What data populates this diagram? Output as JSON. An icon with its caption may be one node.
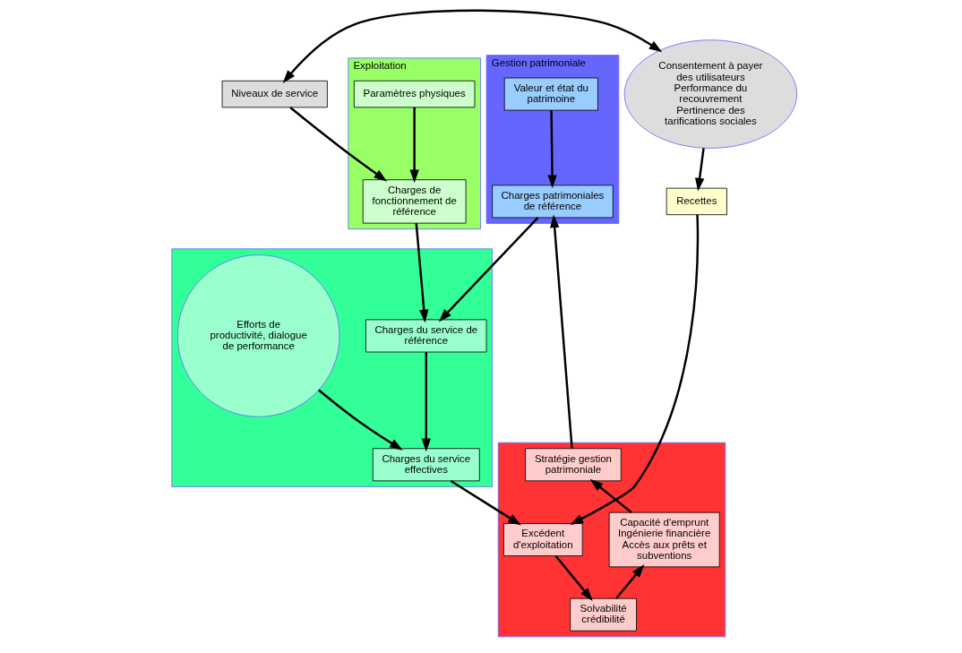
{
  "diagram": {
    "nodes": [
      {
        "text": [
          "Niveaux de service"
        ]
      },
      {
        "text": [
          "Consentement à payer des utilisateurs",
          "Performance du recouvrement",
          "Pertinence des tarifications sociales"
        ]
      },
      {
        "text": [
          "Exploitation"
        ]
      },
      {
        "text": [
          "Paramètres physiques"
        ],
        "in": 2
      },
      {
        "text": [
          "Charges de fonctionnement de référence"
        ],
        "in": 2
      },
      {
        "text": [
          "Gestion patrimoniale"
        ]
      },
      {
        "text": [
          "Valeur et état du patrimoine"
        ],
        "in": 5
      },
      {
        "text": [
          "Charges patrimoniales de référence"
        ],
        "in": 5
      },
      {
        "text": [],
        "shape": "box"
      },
      {
        "text": [
          "Charges du service de référence"
        ],
        "in": 8
      },
      {
        "text": [
          "Efforts de productivité, dialogue de performance"
        ],
        "in": 8
      },
      {
        "text": [
          "Charges du service effectives"
        ],
        "in": 8
      },
      {
        "text": [
          "Recettes"
        ]
      },
      {
        "text": [],
        "shape": "box"
      },
      {
        "text": [
          "Stratégie gestion patrimoniale"
        ],
        "in": 13
      },
      {
        "text": [
          "Excédent d'exploitation"
        ],
        "in": 13
      },
      {
        "text": [
          "Capacité d'emprunt",
          "Ingénierie financière",
          "Accès aux prêts et subventions"
        ],
        "in": 13
      },
      {
        "text": [
          "Solvabilité crédibilité"
        ],
        "in": 13
      }
    ],
    "edges": [
      {
        "from": 0,
        "to": 1,
        "arrow": "both"
      },
      {
        "from": 0,
        "to": 4,
        "arrow": "to"
      },
      {
        "from": 3,
        "to": 4,
        "arrow": "to"
      },
      {
        "from": 6,
        "to": 7,
        "arrow": "to"
      },
      {
        "from": 4,
        "to": 9,
        "arrow": "to"
      },
      {
        "from": 7,
        "to": 9,
        "arrow": "to"
      },
      {
        "from": 9,
        "to": 11,
        "arrow": "to"
      },
      {
        "from": 10,
        "to": 11,
        "arrow": "to"
      },
      {
        "from": 1,
        "to": 12,
        "arrow": "to"
      },
      {
        "from": 11,
        "to": 15,
        "arrow": "to"
      },
      {
        "from": 12,
        "to": 15,
        "arrow": "to"
      },
      {
        "from": 15,
        "to": 17,
        "arrow": "to"
      },
      {
        "from": 17,
        "to": 16,
        "arrow": "to"
      },
      {
        "from": 16,
        "to": 14,
        "arrow": "to"
      },
      {
        "from": 14,
        "to": 7,
        "arrow": "to"
      }
    ]
  }
}
